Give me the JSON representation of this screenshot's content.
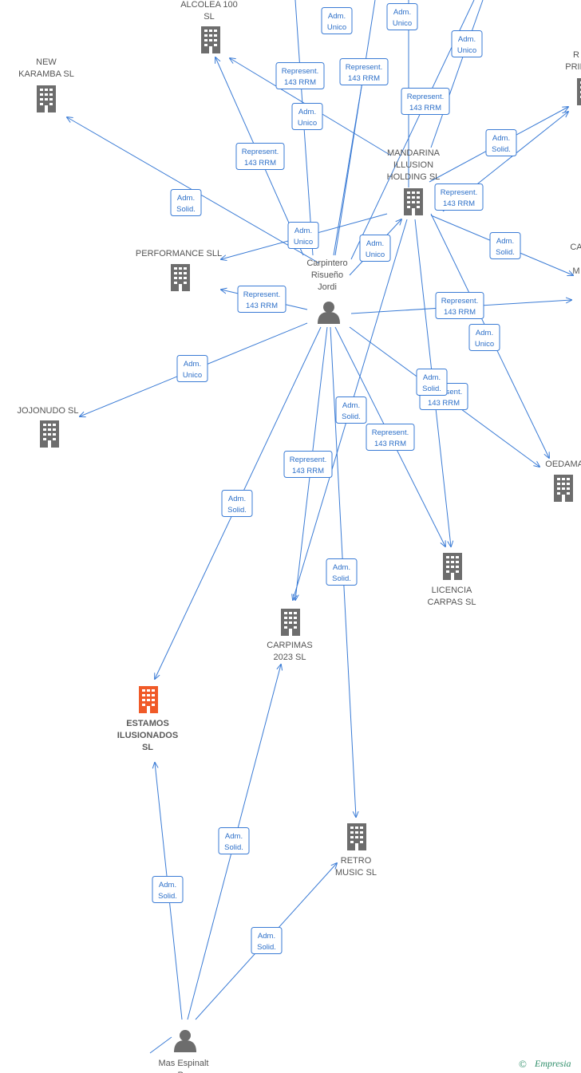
{
  "colors": {
    "edge": "#3a7bd5",
    "company": "#6d6d6d",
    "focus_company": "#f05a28",
    "person": "#6d6d6d",
    "brand": "#2f8f6a"
  },
  "nodes": [
    {
      "id": "alcolea",
      "type": "company",
      "label": [
        "ALCOLEA 100",
        "SL"
      ]
    },
    {
      "id": "new_karamba",
      "type": "company",
      "label": [
        "NEW",
        "KARAMBA SL"
      ]
    },
    {
      "id": "prim",
      "type": "company",
      "label": [
        "R",
        "PRIM"
      ]
    },
    {
      "id": "mandarina",
      "type": "company",
      "label": [
        "MANDARINA",
        "ILLUSION",
        "HOLDING SL"
      ]
    },
    {
      "id": "performance",
      "type": "company",
      "label": [
        "PERFORMANCE SLL"
      ]
    },
    {
      "id": "ca_m",
      "type": "company",
      "label": [
        "CA",
        "M"
      ]
    },
    {
      "id": "carpintero",
      "type": "person",
      "label": [
        "Carpintero",
        "Risueño",
        "Jordi"
      ]
    },
    {
      "id": "jojonudo",
      "type": "company",
      "label": [
        "JOJONUDO SL"
      ]
    },
    {
      "id": "oedama",
      "type": "company",
      "label": [
        "OEDAMA S"
      ]
    },
    {
      "id": "licencia",
      "type": "company",
      "label": [
        "LICENCIA",
        "CARPAS SL"
      ]
    },
    {
      "id": "carpimas",
      "type": "company",
      "label": [
        "CARPIMAS",
        "2023 SL"
      ]
    },
    {
      "id": "estamos",
      "type": "focus",
      "label": [
        "ESTAMOS",
        "ILUSIONADOS",
        "SL"
      ]
    },
    {
      "id": "retro",
      "type": "company",
      "label": [
        "RETRO",
        "MUSIC SL"
      ]
    },
    {
      "id": "mas",
      "type": "person",
      "label": [
        "Mas Espinalt",
        "P..."
      ]
    }
  ],
  "edge_labels": [
    {
      "id": "e1",
      "lines": [
        "Adm.",
        "Unico"
      ]
    },
    {
      "id": "e2",
      "lines": [
        "Adm.",
        "Unico"
      ]
    },
    {
      "id": "e3",
      "lines": [
        "Adm.",
        "Unico"
      ]
    },
    {
      "id": "e4",
      "lines": [
        "Represent.",
        "143 RRM"
      ]
    },
    {
      "id": "e5",
      "lines": [
        "Represent.",
        "143 RRM"
      ]
    },
    {
      "id": "e6",
      "lines": [
        "Adm.",
        "Unico"
      ]
    },
    {
      "id": "e7",
      "lines": [
        "Represent.",
        "143 RRM"
      ]
    },
    {
      "id": "e8",
      "lines": [
        "Adm.",
        "Solid."
      ]
    },
    {
      "id": "e9",
      "lines": [
        "Represent.",
        "143 RRM"
      ]
    },
    {
      "id": "e10",
      "lines": [
        "Adm.",
        "Solid."
      ]
    },
    {
      "id": "e11",
      "lines": [
        "Represent.",
        "143 RRM"
      ]
    },
    {
      "id": "e12",
      "lines": [
        "Adm.",
        "Unico"
      ]
    },
    {
      "id": "e13",
      "lines": [
        "Adm.",
        "Unico"
      ]
    },
    {
      "id": "e14",
      "lines": [
        "Adm.",
        "Solid."
      ]
    },
    {
      "id": "e15",
      "lines": [
        "Represent.",
        "143 RRM"
      ]
    },
    {
      "id": "e16",
      "lines": [
        "Represent.",
        "143 RRM"
      ]
    },
    {
      "id": "e17",
      "lines": [
        "Adm.",
        "Unico"
      ]
    },
    {
      "id": "e18",
      "lines": [
        "Adm.",
        "Unico"
      ]
    },
    {
      "id": "e19",
      "lines": [
        "Represent.",
        "143 RRM"
      ]
    },
    {
      "id": "e20",
      "lines": [
        "Adm.",
        "Solid."
      ]
    },
    {
      "id": "e21",
      "lines": [
        "Adm.",
        "Solid."
      ]
    },
    {
      "id": "e22",
      "lines": [
        "Represent.",
        "143 RRM"
      ]
    },
    {
      "id": "e23",
      "lines": [
        "Represent.",
        "143 RRM"
      ]
    },
    {
      "id": "e24",
      "lines": [
        "Adm.",
        "Solid."
      ]
    },
    {
      "id": "e25",
      "lines": [
        "Adm.",
        "Solid."
      ]
    },
    {
      "id": "e26",
      "lines": [
        "Adm.",
        "Solid."
      ]
    },
    {
      "id": "e27",
      "lines": [
        "Adm.",
        "Solid."
      ]
    },
    {
      "id": "e28",
      "lines": [
        "Adm.",
        "Solid."
      ]
    }
  ],
  "footer": {
    "copyright": "©",
    "brand": "Empresia"
  }
}
